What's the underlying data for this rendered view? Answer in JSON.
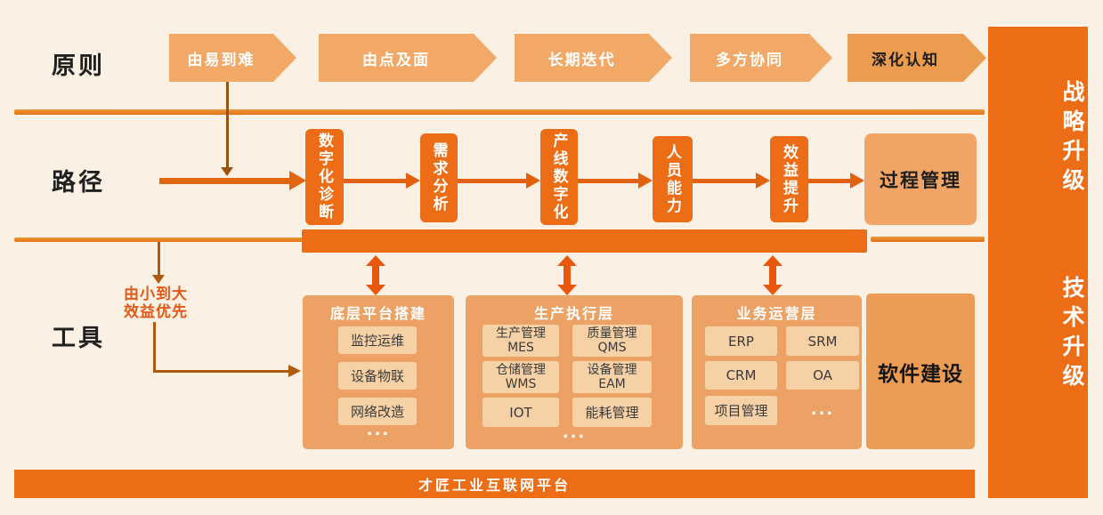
{
  "colors": {
    "background": "#faf0e3",
    "accent_dark_orange": "#ec6d15",
    "chevron_light": "#f2a866",
    "chevron_last": "#ec9c4f",
    "result_box": "#f0a566",
    "group_box": "#eba264",
    "item_box": "#f6d1a6",
    "software_box": "#eb9c55",
    "divider": "#e8831f",
    "connector_brown": "#9c520f",
    "thin_arrow": "#e2610f",
    "double_arrow": "#e8570e",
    "note_text": "#e05a17"
  },
  "rows": {
    "principles_label": "原则",
    "path_label": "路径",
    "tools_label": "工具"
  },
  "principles": {
    "arrows": [
      {
        "label": "由易到难"
      },
      {
        "label": "由点及面"
      },
      {
        "label": "长期迭代"
      },
      {
        "label": "多方协同"
      },
      {
        "label": "深化认知"
      }
    ]
  },
  "path": {
    "steps": [
      {
        "label": "数字化诊断"
      },
      {
        "label": "需求分析"
      },
      {
        "label": "产线数字化"
      },
      {
        "label": "人员能力"
      },
      {
        "label": "效益提升"
      }
    ],
    "result": "过程管理"
  },
  "tools": {
    "note": {
      "line1": "由小到大",
      "line2": "效益优先"
    },
    "groups": [
      {
        "title": "底层平台搭建",
        "items": [
          "监控运维",
          "设备物联",
          "网络改造"
        ],
        "more": "..."
      },
      {
        "title": "生产执行层",
        "items": [
          [
            "生产管理",
            "MES"
          ],
          [
            "质量管理",
            "QMS"
          ],
          [
            "仓储管理",
            "WMS"
          ],
          [
            "设备管理",
            "EAM"
          ],
          [
            "IOT"
          ],
          [
            "能耗管理"
          ]
        ],
        "more": "..."
      },
      {
        "title": "业务运营层",
        "items": [
          "ERP",
          "SRM",
          "CRM",
          "OA",
          "项目管理"
        ],
        "more": "..."
      }
    ],
    "software_label": "软件建设"
  },
  "right_bar": {
    "top": "战略升级",
    "bottom": "技术升级"
  },
  "bottom_bar": {
    "label": "才匠工业互联网平台"
  }
}
